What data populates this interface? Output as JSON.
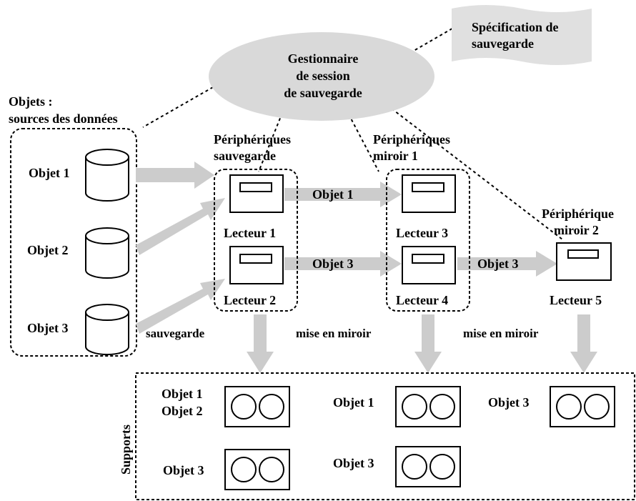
{
  "session_manager": [
    "Gestionnaire",
    "de session",
    "de sauvegarde"
  ],
  "spec": [
    "Spécification de",
    "sauvegarde"
  ],
  "objects_group": [
    "Objets :",
    "sources des données"
  ],
  "objects": [
    "Objet 1",
    "Objet 2",
    "Objet 3"
  ],
  "backup_devices": [
    "Périphériques",
    "sauvegarde"
  ],
  "mirror1_devices": [
    "Périphériques",
    "miroir 1"
  ],
  "mirror2_device": [
    "Périphérique",
    "miroir 2"
  ],
  "readers": [
    "Lecteur 1",
    "Lecteur 2",
    "Lecteur 3",
    "Lecteur 4",
    "Lecteur 5"
  ],
  "flow_labels": {
    "obj1": "Objet 1",
    "obj3_a": "Objet 3",
    "obj3_b": "Objet 3",
    "backup": "sauvegarde",
    "mirror_a": "mise en miroir",
    "mirror_b": "mise en miroir"
  },
  "supports": {
    "title": "Supports",
    "media_labels": [
      "Objet 1",
      "Objet 2",
      "Objet 1",
      "Objet 3",
      "Objet 3",
      "Objet 3"
    ]
  }
}
